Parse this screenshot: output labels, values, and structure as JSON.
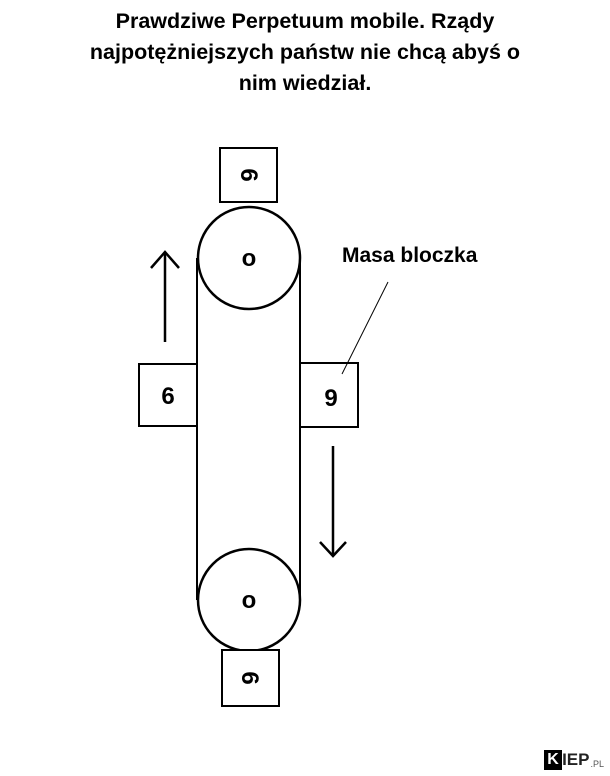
{
  "title": {
    "line1": "Prawdziwe Perpetuum mobile. Rządy",
    "line2": "najpotężniejszych państw nie chcą abyś o",
    "line3": "nim wiedział."
  },
  "blocks": {
    "top": "6",
    "left": "6",
    "right": "9",
    "bottom": "6"
  },
  "annotation": {
    "label": "Masa bloczka"
  },
  "wheels": {
    "top_hub": "o",
    "bottom_hub": "o"
  },
  "watermark": {
    "k": "K",
    "rest": "IEP",
    "tld": ".PL"
  },
  "colors": {
    "ink": "#000000",
    "background": "#ffffff"
  },
  "icons": {
    "left_arrow": "arrow-up-icon",
    "right_arrow": "arrow-down-icon"
  }
}
